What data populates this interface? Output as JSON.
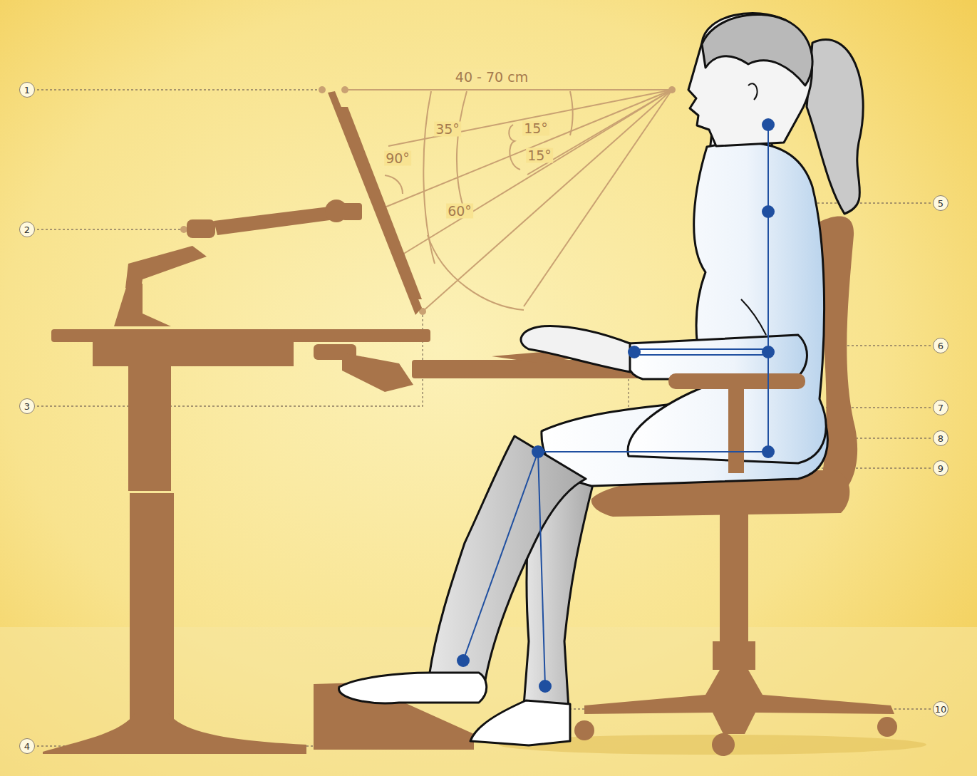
{
  "diagram": {
    "labels": [
      "40 - 70 cm",
      "1",
      "15°",
      "35°",
      "15°",
      "90°",
      "5",
      "2",
      "60°",
      "6",
      "3",
      "7",
      "8",
      "9",
      "10",
      "4"
    ]
  }
}
